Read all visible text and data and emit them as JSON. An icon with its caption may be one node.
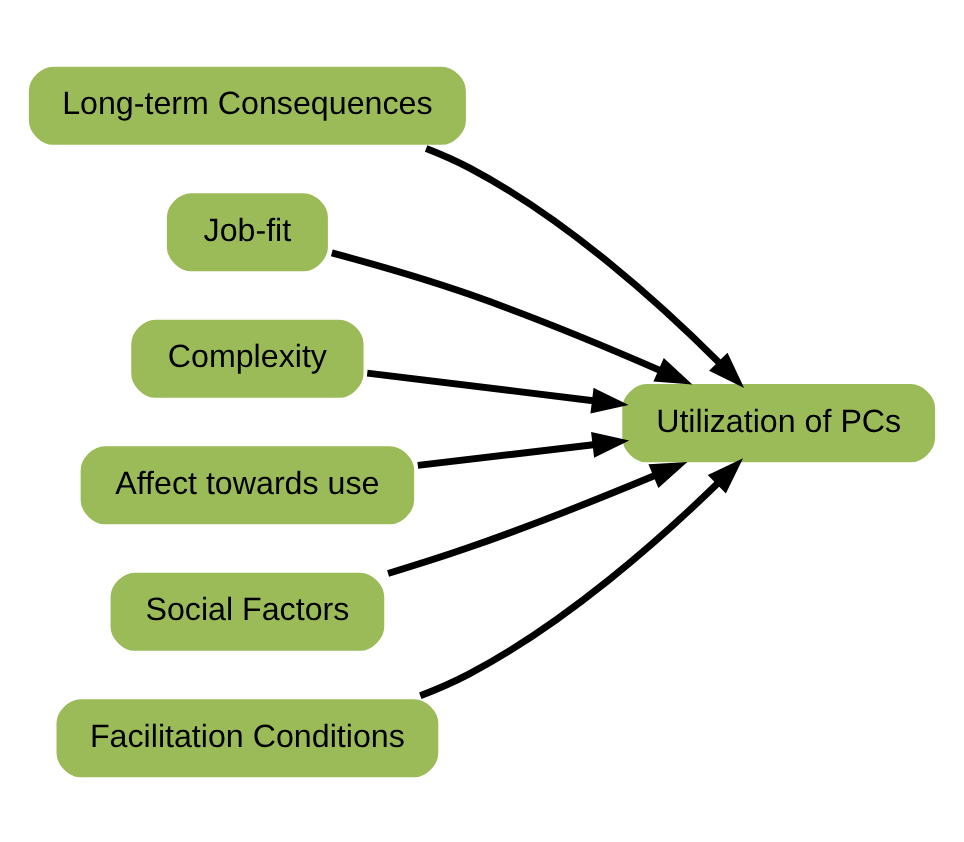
{
  "diagram": {
    "nodes": [
      {
        "text": [
          "Long-term Consequences"
        ]
      },
      {
        "text": [
          "Job-fit"
        ]
      },
      {
        "text": [
          "Complexity"
        ]
      },
      {
        "text": [
          "Affect towards use"
        ]
      },
      {
        "text": [
          "Social Factors"
        ]
      },
      {
        "text": [
          "Facilitation Conditions"
        ]
      },
      {
        "text": [
          "Utilization of PCs"
        ]
      }
    ],
    "edges": [
      {
        "from": 0,
        "to": 6,
        "arrow": "to"
      },
      {
        "from": 1,
        "to": 6,
        "arrow": "to"
      },
      {
        "from": 2,
        "to": 6,
        "arrow": "to"
      },
      {
        "from": 3,
        "to": 6,
        "arrow": "to"
      },
      {
        "from": 4,
        "to": 6,
        "arrow": "to"
      },
      {
        "from": 5,
        "to": 6,
        "arrow": "to"
      }
    ]
  }
}
